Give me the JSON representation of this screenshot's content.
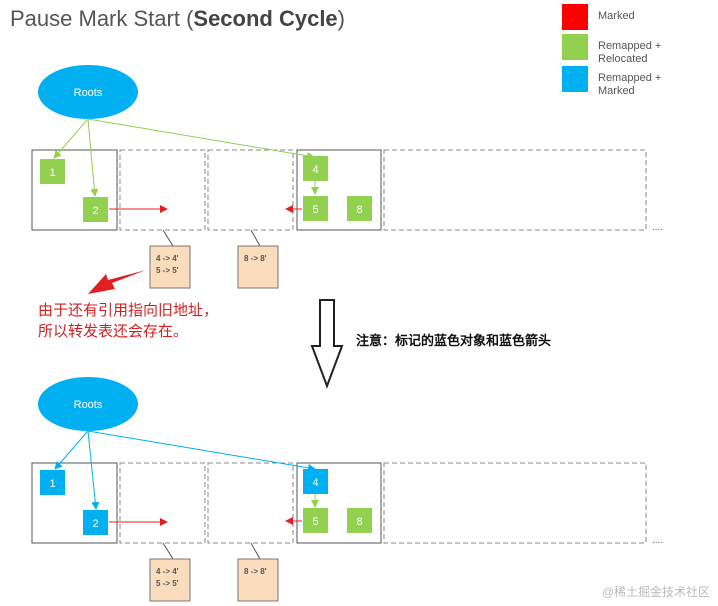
{
  "title": {
    "normal": "Pause Mark Start (",
    "bold": "Second Cycle",
    "close": ")"
  },
  "legend": [
    {
      "label": "Marked",
      "color": "#ff0000"
    },
    {
      "label": "Remapped +\nRelocated",
      "color": "#92d050"
    },
    {
      "label": "Remapped +\nMarked",
      "color": "#00b0f0"
    }
  ],
  "roots_label": "Roots",
  "objects": {
    "n1": "1",
    "n2": "2",
    "n4": "4",
    "n5": "5",
    "n8": "8"
  },
  "forwarding_tables": {
    "a_line1": "4 -> 4'",
    "a_line2": "5 -> 5'",
    "b_line1": "8 -> 8'"
  },
  "ellipsis": "....",
  "annotation_red": "由于还有引用指向旧地址，\n所以转发表还会存在。",
  "annotation_note": "注意：标记的蓝色对象和蓝色箭头",
  "watermark": "@稀土掘金技术社区",
  "colors": {
    "green_obj": "#92d050",
    "blue_obj": "#00b0f0",
    "roots_fill": "#00b0f0",
    "red_arrow": "#e02020",
    "green_arrow": "#92d050",
    "blue_arrow": "#00b0f0",
    "table_fill": "#fbdcbc"
  }
}
